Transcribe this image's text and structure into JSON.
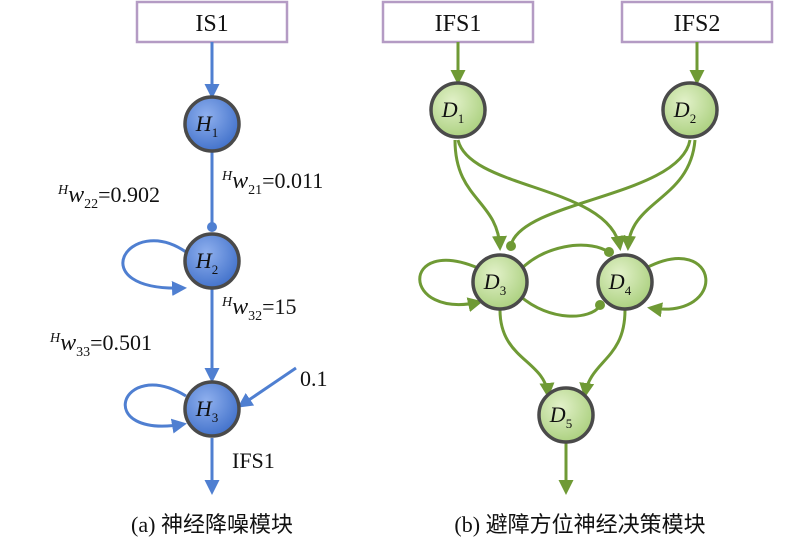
{
  "panel_a": {
    "input_box": "IS1",
    "nodes": [
      {
        "letter": "H",
        "sub": "1"
      },
      {
        "letter": "H",
        "sub": "2"
      },
      {
        "letter": "H",
        "sub": "3"
      }
    ],
    "weights": {
      "w21": {
        "sup": "H",
        "w": "w",
        "sub": "21",
        "value": "=0.011"
      },
      "w22": {
        "sup": "H",
        "w": "w",
        "sub": "22",
        "value": "=0.902"
      },
      "w32": {
        "sup": "H",
        "w": "w",
        "sub": "32",
        "value": "=15"
      },
      "w33": {
        "sup": "H",
        "w": "w",
        "sub": "33",
        "value": "=0.501"
      }
    },
    "bias_label": "0.1",
    "output_label": "IFS1",
    "caption": "(a) 神经降噪模块"
  },
  "panel_b": {
    "input_boxes": [
      "IFS1",
      "IFS2"
    ],
    "nodes": [
      {
        "letter": "D",
        "sub": "1"
      },
      {
        "letter": "D",
        "sub": "2"
      },
      {
        "letter": "D",
        "sub": "3"
      },
      {
        "letter": "D",
        "sub": "4"
      },
      {
        "letter": "D",
        "sub": "5"
      }
    ],
    "caption": "(b) 避障方位神经决策模块"
  },
  "colors": {
    "blue_link": "#4f7fd1",
    "green_link": "#6f9a35",
    "box_border": "#b49bc4"
  }
}
